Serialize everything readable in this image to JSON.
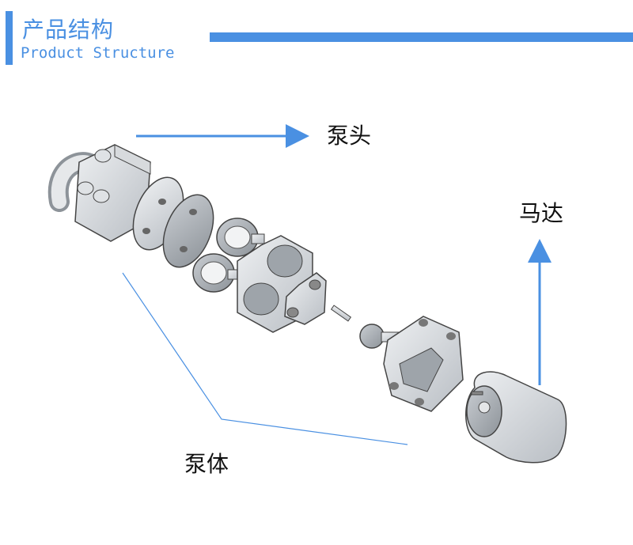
{
  "header": {
    "title_cn": "产品结构",
    "title_en": "Product Structure",
    "accent_color": "#4a90e2"
  },
  "labels": {
    "pump_head": "泵头",
    "motor": "马达",
    "pump_body": "泵体"
  }
}
